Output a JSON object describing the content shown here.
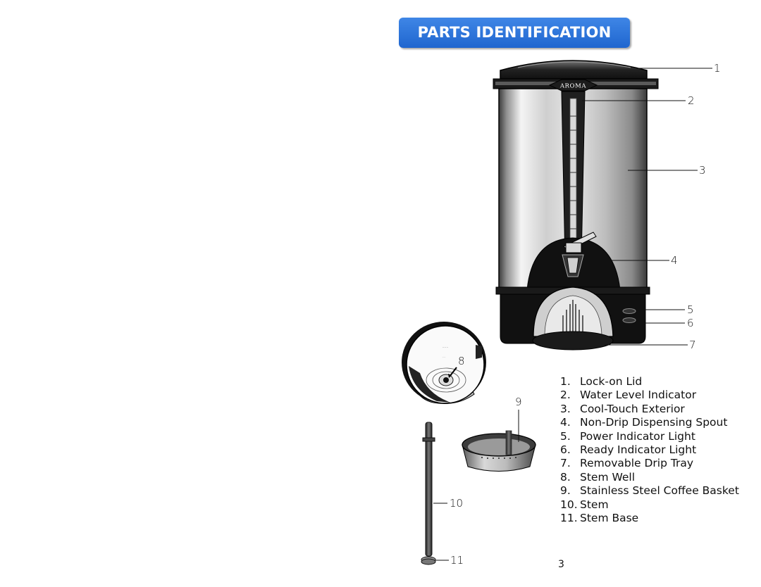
{
  "header": {
    "title": "PARTS IDENTIFICATION"
  },
  "brand": {
    "logo_text": "AROMA"
  },
  "callouts": [
    "1",
    "2",
    "3",
    "4",
    "5",
    "6",
    "7",
    "8",
    "9",
    "10",
    "11"
  ],
  "parts": [
    {
      "num": "1.",
      "label": "Lock-on Lid"
    },
    {
      "num": "2.",
      "label": "Water Level Indicator"
    },
    {
      "num": "3.",
      "label": "Cool-Touch Exterior"
    },
    {
      "num": "4.",
      "label": "Non-Drip Dispensing Spout"
    },
    {
      "num": "5.",
      "label": "Power Indicator Light"
    },
    {
      "num": "6.",
      "label": "Ready Indicator Light"
    },
    {
      "num": "7.",
      "label": "Removable Drip Tray"
    },
    {
      "num": "8.",
      "label": "Stem Well"
    },
    {
      "num": "9.",
      "label": "Stainless Steel Coffee Basket"
    },
    {
      "num": "10.",
      "label": "Stem"
    },
    {
      "num": "11.",
      "label": "Stem Base"
    }
  ],
  "footer": {
    "page_number": "3"
  }
}
